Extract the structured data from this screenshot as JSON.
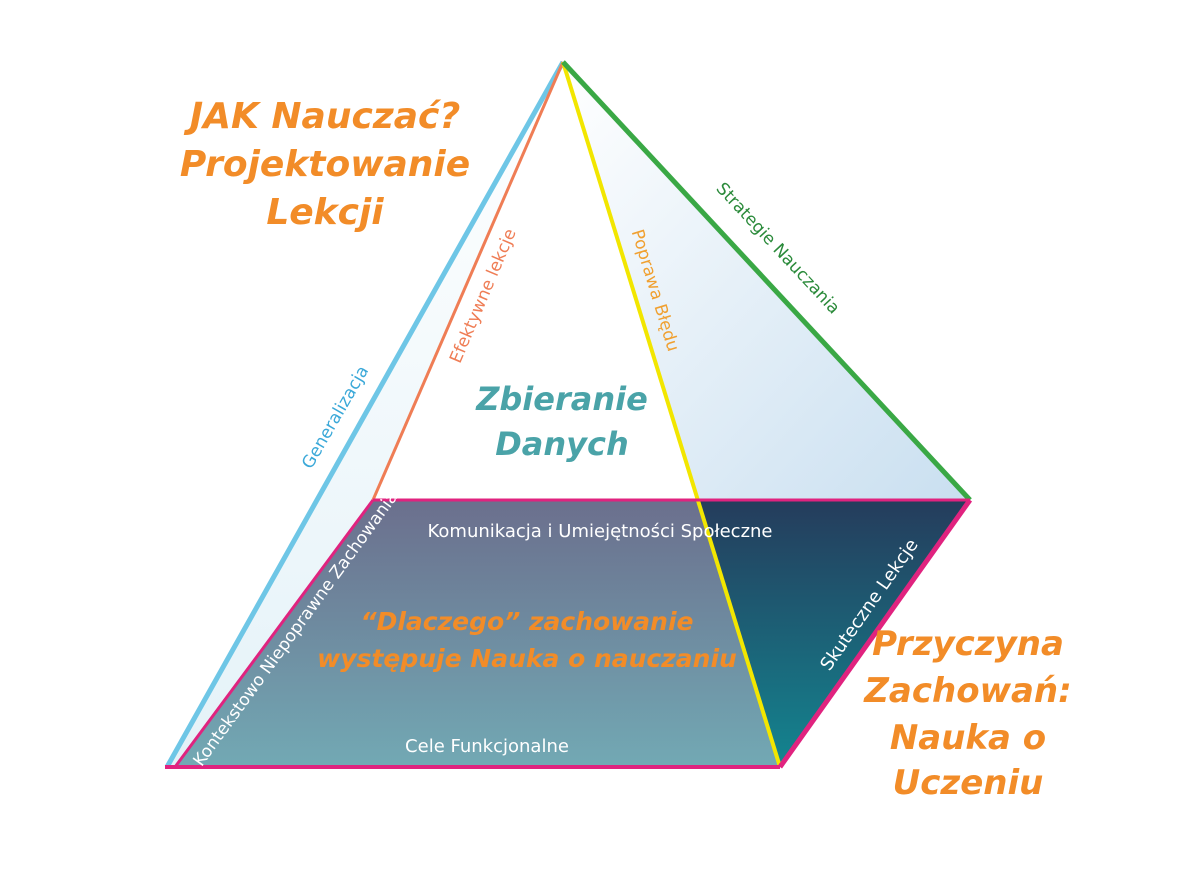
{
  "diagram": {
    "top_left": {
      "line1": "JAK Nauczać?",
      "line2": "Projektowanie",
      "line3": "Lekcji"
    },
    "bottom_right": {
      "line1": "Przyczyna",
      "line2": "Zachowań:",
      "line3": "Nauka o",
      "line4": "Uczeniu"
    },
    "center": {
      "line1": "Zbieranie",
      "line2": "Danych"
    },
    "base_center": {
      "line1": "“Dlaczego” zachowanie",
      "line2": "występuje Nauka o nauczaniu"
    },
    "edges": {
      "generalization": "Generalizacja",
      "effective_lessons": "Efektywne lekcje",
      "error_correction": "Poprawa Błędu",
      "teaching_strategies": "Strategie Nauczania",
      "contextual_behavior": "Kontekstowo Niepoprawne Zachowania",
      "communication": "Komunikacja i Umiejętności Społeczne",
      "functional_goals": "Cele Funkcjonalne",
      "successful_lessons": "Skuteczne Lekcje"
    },
    "colors": {
      "orange": "#f28c28",
      "teal": "#4aa3a8",
      "cyan_edge": "#6ec6e6",
      "salmon_edge": "#ef7d55",
      "yellow_edge": "#f2e600",
      "green_edge": "#3aa845",
      "magenta_edge": "#e0237f"
    }
  }
}
